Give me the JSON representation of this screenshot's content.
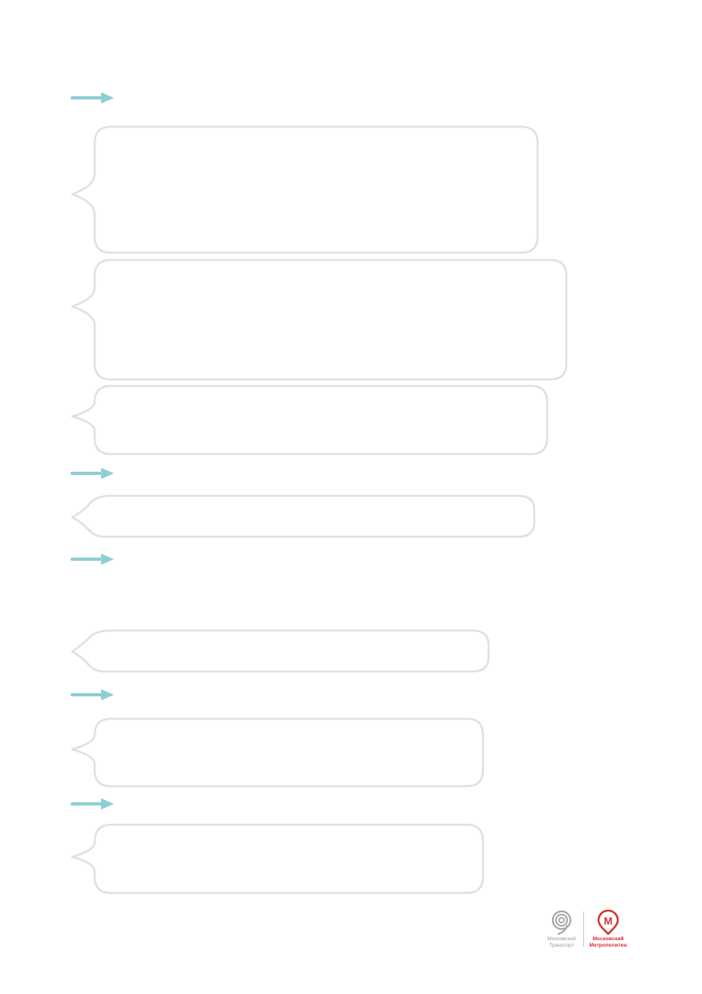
{
  "colors": {
    "arrow": "#8ccfd3",
    "callout_border": "#e0e0e0",
    "transport_logo": "#a8a8a8",
    "metro_logo": "#d32f2f"
  },
  "arrow_icon": "arrow-right-icon",
  "footer": {
    "transport_logo": {
      "icon": "moscow-transport-logo-icon",
      "line1": "Московский",
      "line2": "Транспорт"
    },
    "metro_logo": {
      "icon": "moscow-metro-logo-icon",
      "letter": "М",
      "line1": "Московский",
      "line2": "Метрополитен"
    }
  }
}
